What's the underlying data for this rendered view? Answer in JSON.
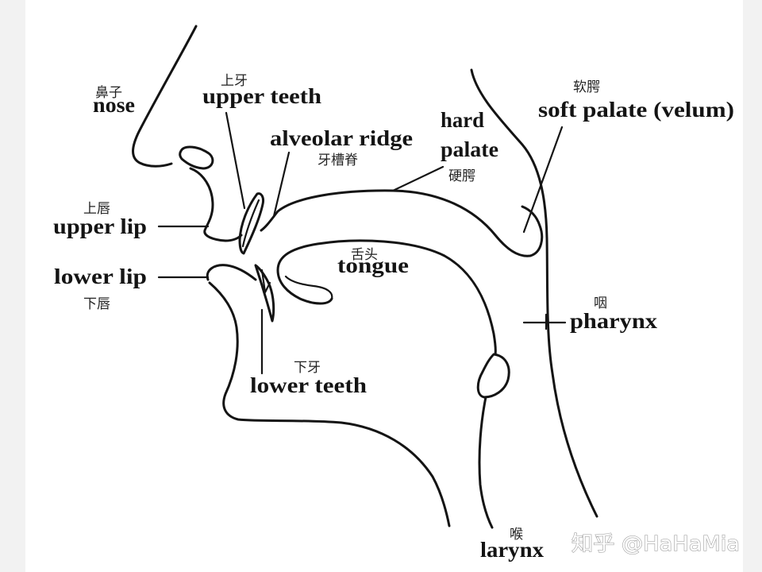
{
  "diagram": {
    "labels": {
      "nose": {
        "en": "nose",
        "zh": "鼻子"
      },
      "upper_teeth": {
        "en": "upper teeth",
        "zh": "上牙"
      },
      "alveolar_ridge": {
        "en": "alveolar ridge",
        "zh": "牙槽脊"
      },
      "hard_palate": {
        "en_line1": "hard",
        "en_line2": "palate",
        "zh": "硬腭"
      },
      "soft_palate": {
        "en": "soft palate (velum)",
        "zh": "软腭"
      },
      "upper_lip": {
        "en": "upper lip",
        "zh": "上唇"
      },
      "lower_lip": {
        "en": "lower lip",
        "zh": "下唇"
      },
      "tongue": {
        "en": "tongue",
        "zh": "舌头"
      },
      "pharynx": {
        "en": "pharynx",
        "zh": "咽"
      },
      "lower_teeth": {
        "en": "lower teeth",
        "zh": "下牙"
      },
      "larynx": {
        "en": "larynx",
        "zh": "喉"
      }
    }
  },
  "watermark": {
    "text": "知乎 @HaHaMia"
  },
  "colors": {
    "ink": "#141414",
    "page": "#ffffff",
    "side_border": "#f2f2f2",
    "watermark": "#ffffff"
  }
}
